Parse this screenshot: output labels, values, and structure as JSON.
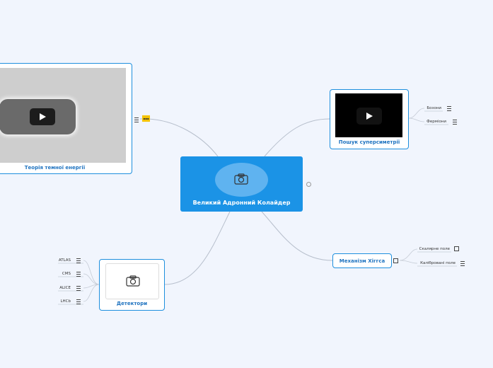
{
  "central": {
    "title": "Великий Адронний Колайдер",
    "icon": "camera-icon"
  },
  "branches": {
    "dark_energy": {
      "label": "Теорія темної енергії"
    },
    "supersymmetry": {
      "label": "Пошук суперсиметрії",
      "children": [
        "Бозони",
        "Ферміони"
      ]
    },
    "higgs": {
      "label": "Механізм Хіггса",
      "children": [
        "Скалярне поле",
        "Калібровані поле"
      ]
    },
    "detectors": {
      "label": "Детектори",
      "children": [
        "ATLAS",
        "CMS",
        "ALICE",
        "LHCb"
      ]
    }
  },
  "colors": {
    "accent": "#1b93e6",
    "card_border": "#1e8fde",
    "label": "#1f73c0",
    "background": "#f1f5fd"
  }
}
